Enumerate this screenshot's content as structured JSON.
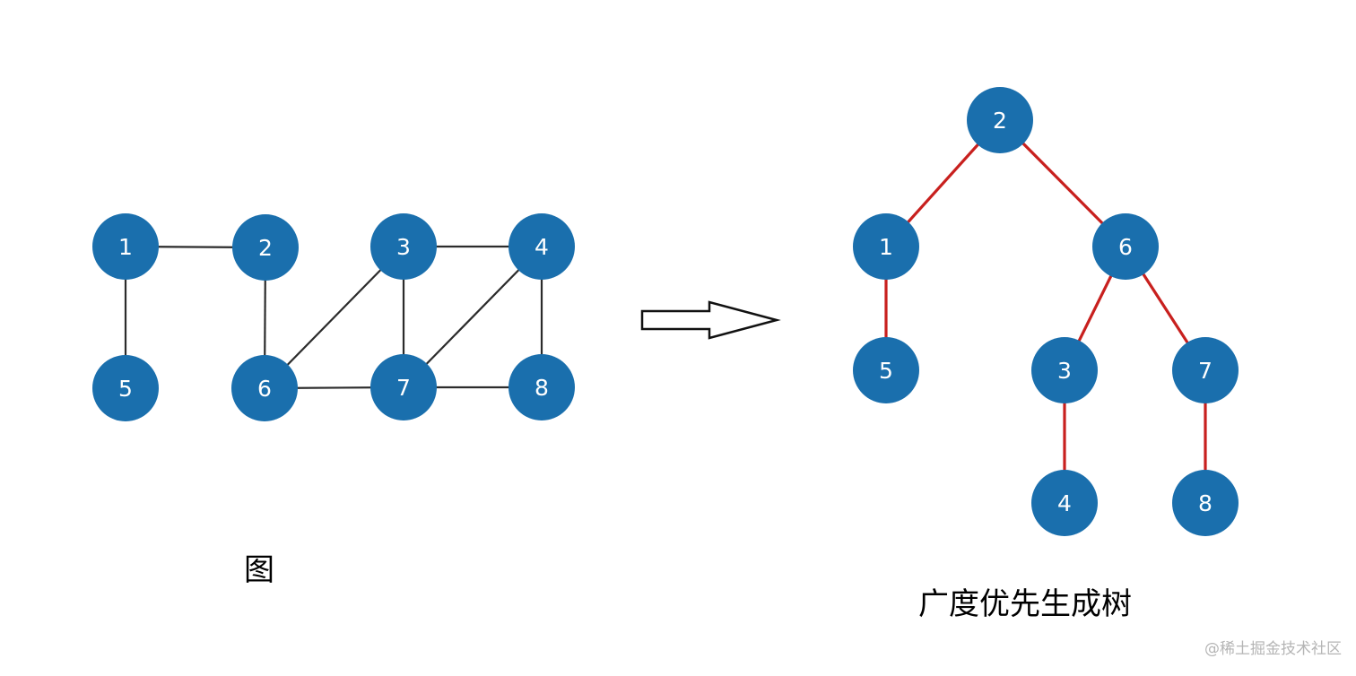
{
  "colors": {
    "node_fill": "#1a6fad",
    "node_text": "#ffffff",
    "graph_edge": "#2b2b2b",
    "tree_edge": "#c8201e"
  },
  "graph": {
    "caption": "图",
    "nodes": [
      "1",
      "2",
      "3",
      "4",
      "5",
      "6",
      "7",
      "8"
    ],
    "edges": [
      [
        "1",
        "2"
      ],
      [
        "1",
        "5"
      ],
      [
        "2",
        "6"
      ],
      [
        "3",
        "4"
      ],
      [
        "3",
        "6"
      ],
      [
        "3",
        "7"
      ],
      [
        "4",
        "7"
      ],
      [
        "4",
        "8"
      ],
      [
        "6",
        "7"
      ],
      [
        "7",
        "8"
      ]
    ]
  },
  "arrow": {
    "icon": "hollow-right-arrow-icon"
  },
  "tree": {
    "caption": "广度优先生成树",
    "root": "2",
    "nodes": [
      "2",
      "1",
      "6",
      "5",
      "3",
      "7",
      "4",
      "8"
    ],
    "edges": [
      [
        "2",
        "1"
      ],
      [
        "2",
        "6"
      ],
      [
        "1",
        "5"
      ],
      [
        "6",
        "3"
      ],
      [
        "6",
        "7"
      ],
      [
        "3",
        "4"
      ],
      [
        "7",
        "8"
      ]
    ]
  },
  "watermark": "@稀土掘金技术社区"
}
